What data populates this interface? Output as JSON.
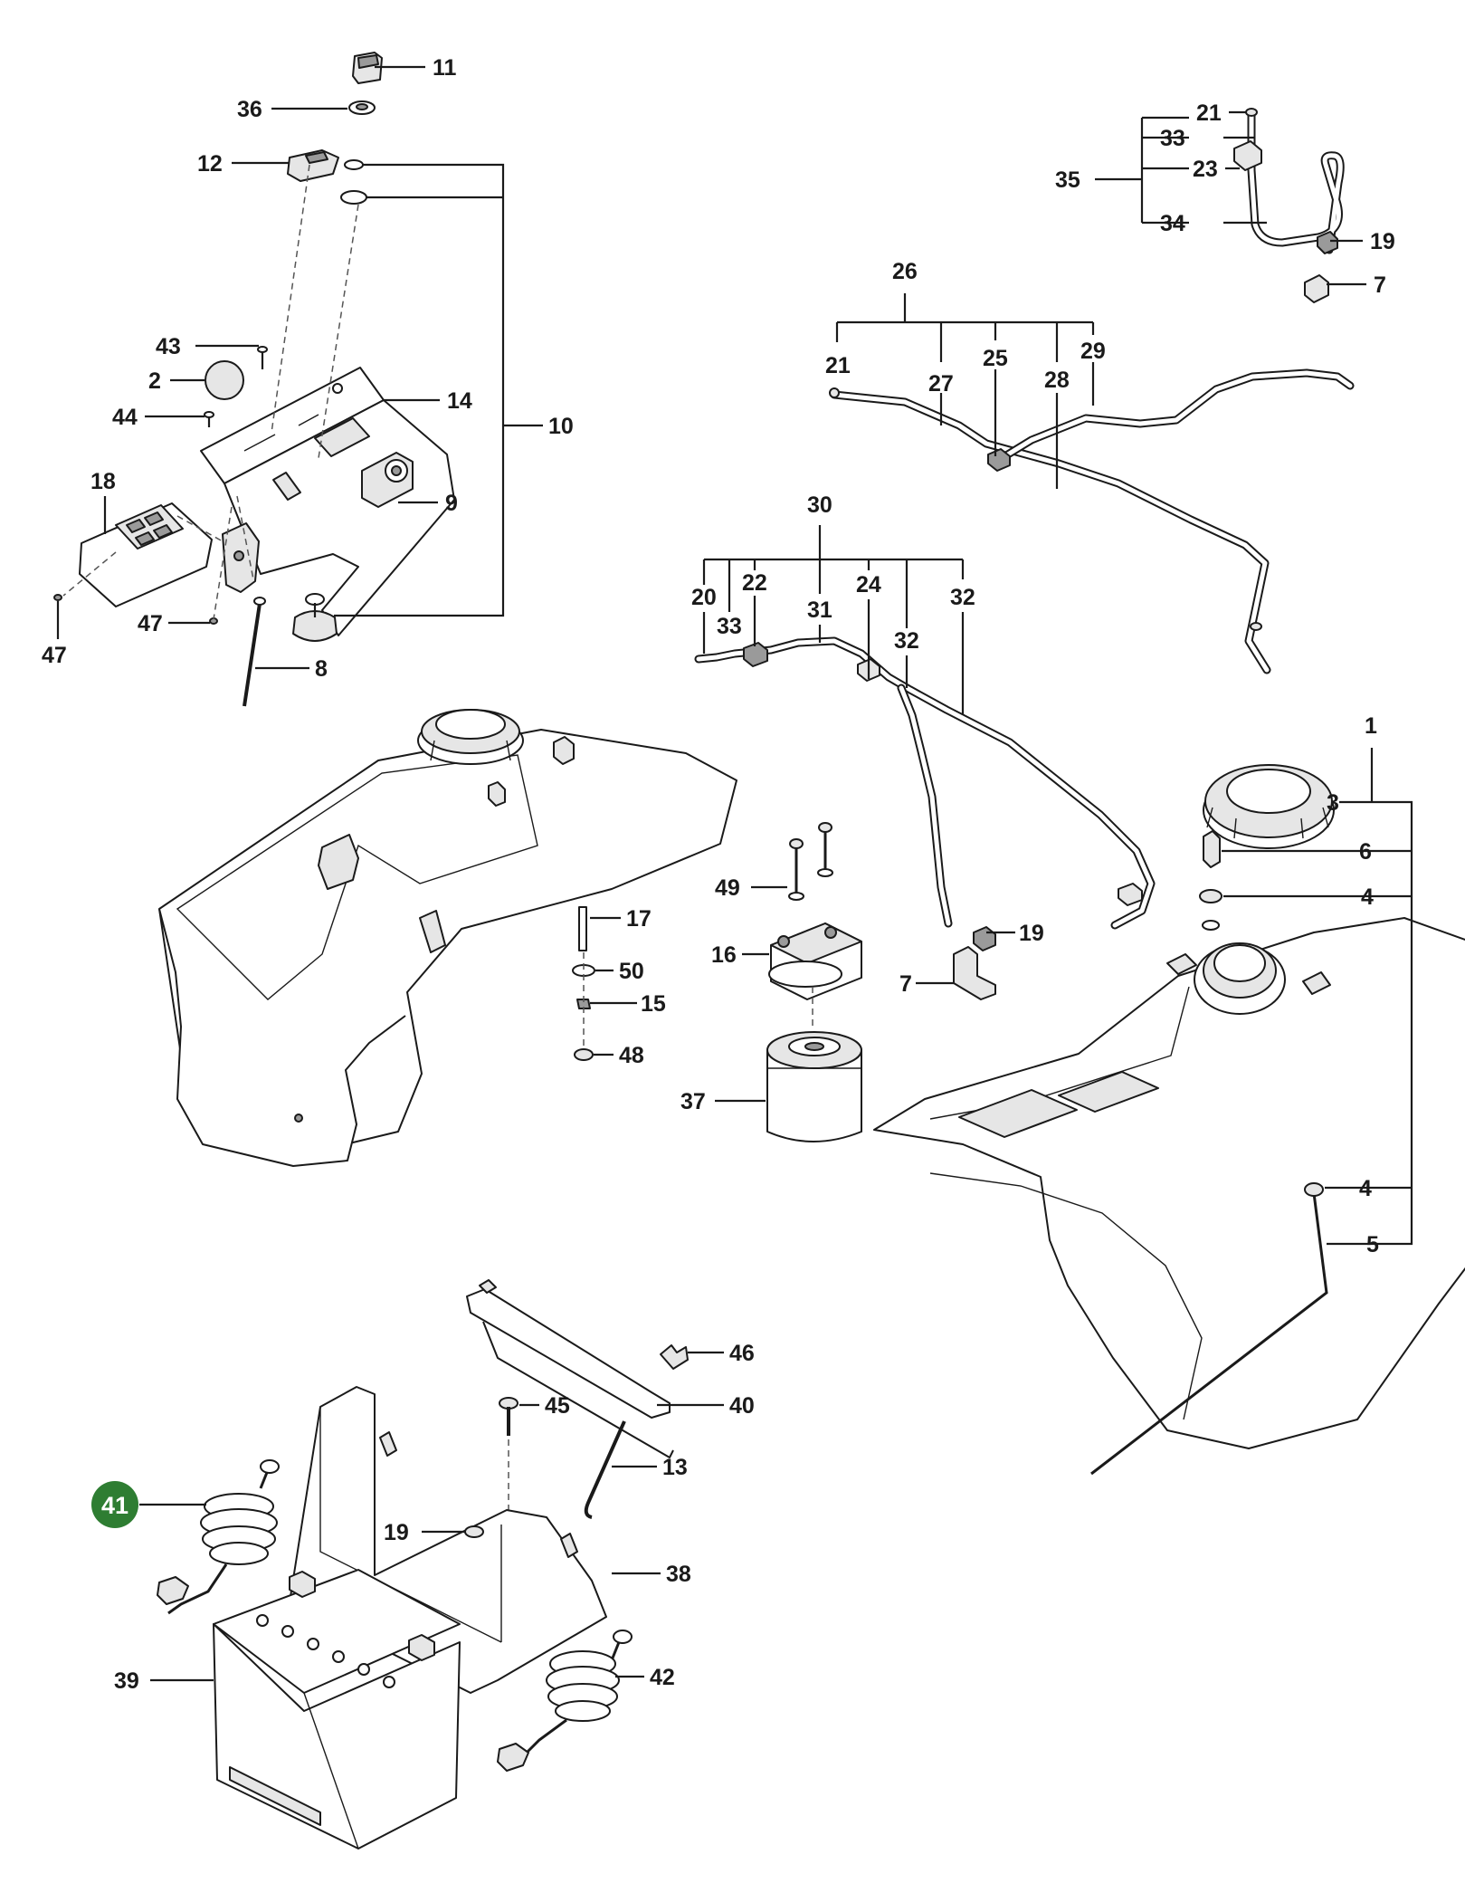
{
  "labels": {
    "l1": "1",
    "l2": "2",
    "l3": "3",
    "l4a": "4",
    "l4b": "4",
    "l5": "5",
    "l6": "6",
    "l7a": "7",
    "l7b": "7",
    "l8": "8",
    "l9": "9",
    "l10": "10",
    "l11": "11",
    "l12": "12",
    "l13": "13",
    "l14": "14",
    "l15": "15",
    "l16": "16",
    "l17": "17",
    "l18": "18",
    "l19a": "19",
    "l19b": "19",
    "l19c": "19",
    "l20": "20",
    "l21a": "21",
    "l21b": "21",
    "l22": "22",
    "l23": "23",
    "l24": "24",
    "l25": "25",
    "l26": "26",
    "l27": "27",
    "l28": "28",
    "l29": "29",
    "l30": "30",
    "l31": "31",
    "l32a": "32",
    "l32b": "32",
    "l33a": "33",
    "l33b": "33",
    "l34": "34",
    "l35": "35",
    "l36": "36",
    "l37": "37",
    "l38": "38",
    "l39": "39",
    "l40": "40",
    "l41": "41",
    "l42": "42",
    "l43": "43",
    "l44": "44",
    "l45": "45",
    "l46": "46",
    "l47a": "47",
    "l47b": "47",
    "l48": "48",
    "l49": "49",
    "l50": "50"
  },
  "highlight": {
    "label": "41",
    "color": "#2e7d32"
  }
}
